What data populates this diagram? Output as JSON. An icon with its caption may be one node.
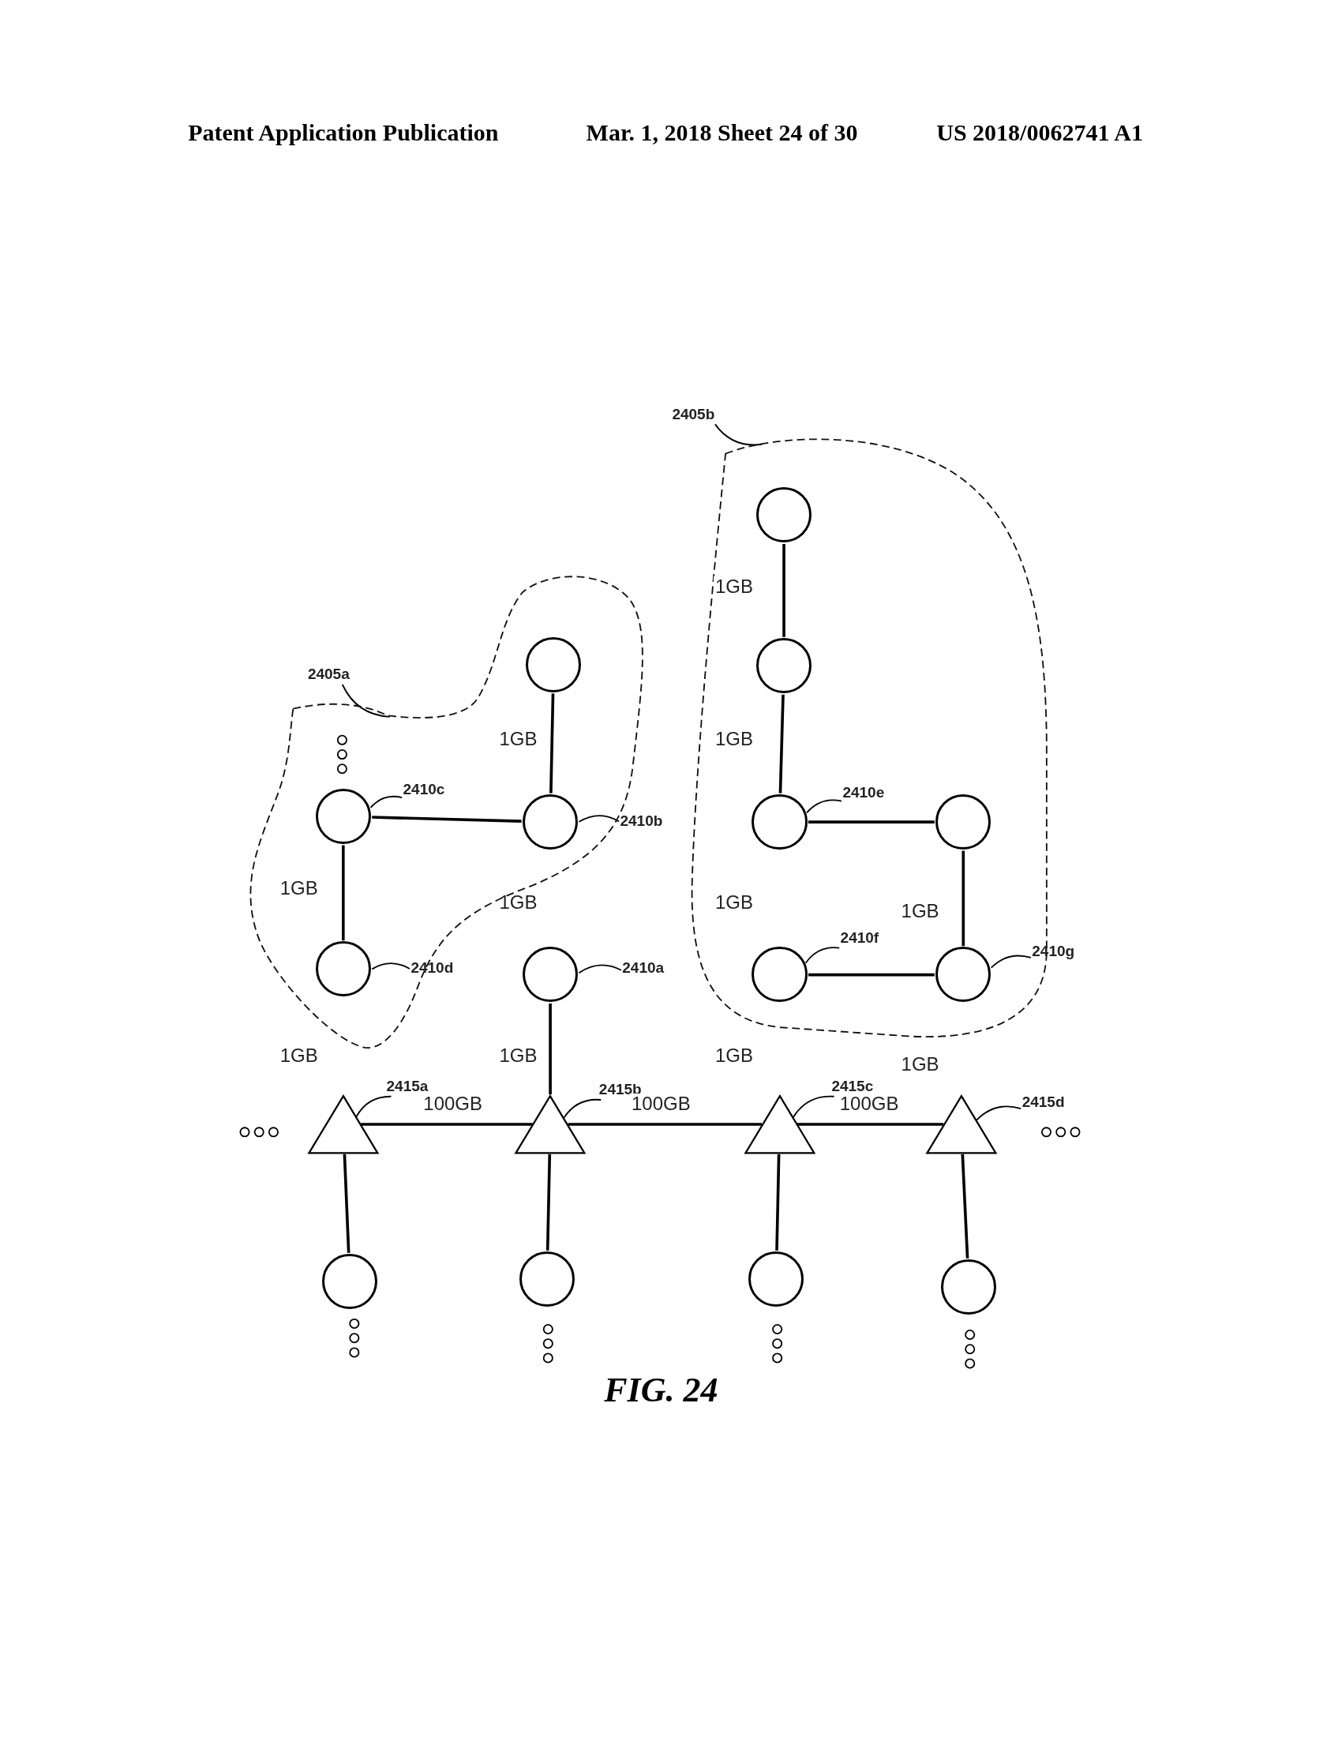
{
  "diagram": {
    "caption": "FIG. 24",
    "nodes": [
      {
        "text": [
          "2405b"
        ]
      },
      {
        "text": [],
        "shape": "cloud"
      },
      {
        "text": [],
        "shape": "circle",
        "in": 1
      },
      {
        "text": [],
        "shape": "circle",
        "in": 1
      },
      {
        "text": [],
        "shape": "circle",
        "in": 1
      },
      {
        "text": [],
        "shape": "circle",
        "in": 1
      },
      {
        "text": [],
        "shape": "circle",
        "in": 1
      },
      {
        "text": [],
        "shape": "circle",
        "in": 1
      },
      {
        "text": [
          "2405a"
        ]
      },
      {
        "text": [],
        "shape": "cloud"
      },
      {
        "text": [],
        "shape": "circle",
        "in": 9
      },
      {
        "text": [],
        "shape": "circle",
        "in": 9
      },
      {
        "text": [],
        "shape": "circle",
        "in": 9
      },
      {
        "text": [],
        "shape": "circle",
        "in": 9
      },
      {
        "text": [],
        "shape": "circle"
      },
      {
        "text": [],
        "shape": "triangle"
      },
      {
        "text": [],
        "shape": "triangle"
      },
      {
        "text": [],
        "shape": "triangle"
      },
      {
        "text": [],
        "shape": "triangle"
      },
      {
        "text": [],
        "shape": "circle"
      },
      {
        "text": [],
        "shape": "circle"
      },
      {
        "text": [],
        "shape": "circle"
      },
      {
        "text": [],
        "shape": "circle"
      },
      {
        "text": [
          "2410c"
        ],
        "in": 9
      },
      {
        "text": [
          "2410b"
        ]
      },
      {
        "text": [
          "2410d"
        ]
      },
      {
        "text": [
          "2410a"
        ]
      },
      {
        "text": [
          "2410e"
        ],
        "in": 1
      },
      {
        "text": [
          "2410f"
        ],
        "in": 1
      },
      {
        "text": [
          "2410g"
        ]
      },
      {
        "text": [
          "2415a"
        ]
      },
      {
        "text": [
          "2415b"
        ]
      },
      {
        "text": [
          "2415c"
        ]
      },
      {
        "text": [
          "2415d"
        ]
      }
    ],
    "edges": [
      {
        "from": 0,
        "to": 1,
        "arrow": "none"
      },
      {
        "from": 2,
        "to": 3,
        "arrow": "none",
        "label": "1GB"
      },
      {
        "from": 3,
        "to": 4,
        "arrow": "none",
        "label": "1GB"
      },
      {
        "from": 4,
        "to": 5,
        "arrow": "none"
      },
      {
        "from": 5,
        "to": 7,
        "arrow": "none",
        "label": "1GB"
      },
      {
        "from": 6,
        "to": 7,
        "arrow": "none"
      },
      {
        "from": 8,
        "to": 9,
        "arrow": "none"
      },
      {
        "from": 10,
        "to": 12,
        "arrow": "none",
        "label": "1GB"
      },
      {
        "from": 11,
        "to": 12,
        "arrow": "none"
      },
      {
        "from": 11,
        "to": 13,
        "arrow": "none",
        "label": "1GB"
      },
      {
        "from": 14,
        "to": 16,
        "arrow": "none",
        "label": "1GB"
      },
      {
        "from": 15,
        "to": 16,
        "arrow": "none",
        "label": "100GB"
      },
      {
        "from": 16,
        "to": 17,
        "arrow": "none",
        "label": "100GB"
      },
      {
        "from": 17,
        "to": 18,
        "arrow": "none",
        "label": "100GB"
      },
      {
        "from": 15,
        "to": 19,
        "arrow": "none"
      },
      {
        "from": 16,
        "to": 20,
        "arrow": "none"
      },
      {
        "from": 17,
        "to": 21,
        "arrow": "none"
      },
      {
        "from": 18,
        "to": 22,
        "arrow": "none"
      },
      {
        "from": 23,
        "to": 11,
        "arrow": "none"
      },
      {
        "from": 24,
        "to": 12,
        "arrow": "none"
      },
      {
        "from": 25,
        "to": 13,
        "arrow": "none"
      },
      {
        "from": 26,
        "to": 14,
        "arrow": "none"
      },
      {
        "from": 27,
        "to": 4,
        "arrow": "none"
      },
      {
        "from": 28,
        "to": 6,
        "arrow": "none"
      },
      {
        "from": 29,
        "to": 7,
        "arrow": "none"
      },
      {
        "from": 30,
        "to": 15,
        "arrow": "none"
      },
      {
        "from": 31,
        "to": 16,
        "arrow": "none"
      },
      {
        "from": 32,
        "to": 17,
        "arrow": "none"
      },
      {
        "from": 33,
        "to": 18,
        "arrow": "none"
      }
    ],
    "labels": [
      "Patent Application Publication",
      "Mar. 1, 2018 Sheet 24 of 30",
      "US 2018/0062741 A1",
      "1GB",
      "1GB",
      "1GB",
      "1GB",
      "1GB"
    ]
  }
}
